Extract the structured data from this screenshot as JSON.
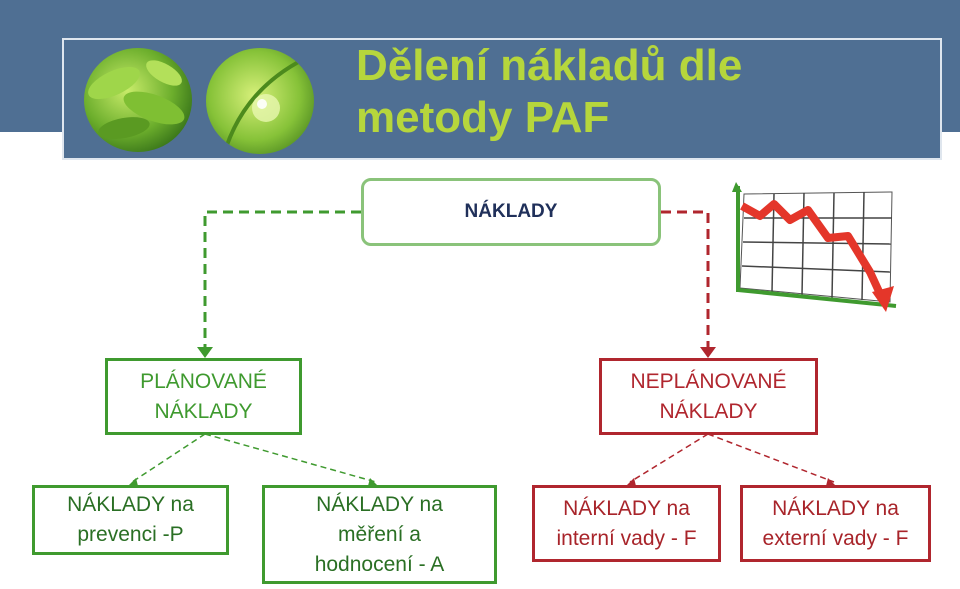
{
  "title": "Dělení nákladů dle\nmetody PAF",
  "root": {
    "label": "NÁKLADY"
  },
  "planned": {
    "label": "PLÁNOVANÉ\nNÁKLADY"
  },
  "unplanned": {
    "label": "NEPLÁNOVANÉ\nNÁKLADY"
  },
  "leaves": {
    "prevention": "NÁKLADY na\nprevenci -P",
    "appraisal": "NÁKLADY na\nměření a\nhodnocení - A",
    "internal": "NÁKLADY na\ninterní vady - F",
    "external": "NÁKLADY na\nexterní vady - F"
  },
  "colors": {
    "header": "#4f6f93",
    "title": "#b6d63c",
    "green": "#3f9a2f",
    "red": "#b0262e"
  },
  "icons": [
    "green-leaf-image",
    "green-leaf-drop-image",
    "declining-chart-icon"
  ]
}
